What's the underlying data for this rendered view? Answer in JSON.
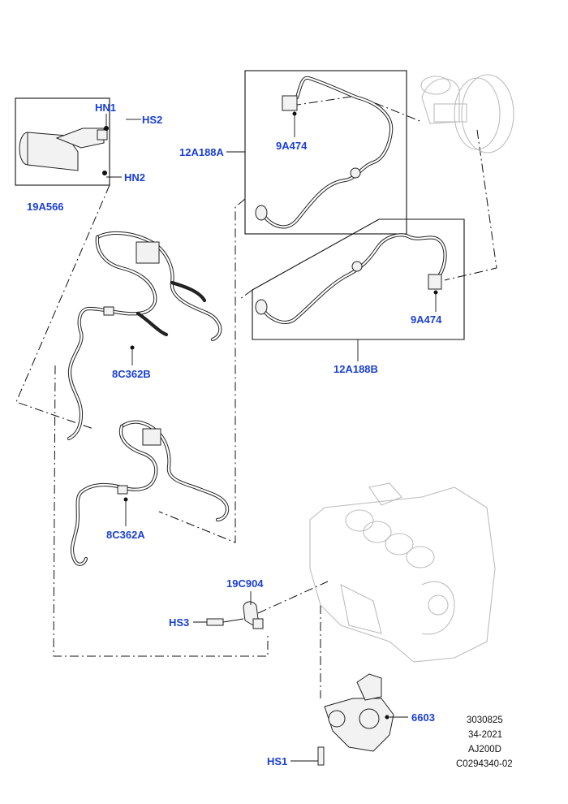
{
  "diagram": {
    "callouts": {
      "hn1": "HN1",
      "hs2": "HS2",
      "hn2": "HN2",
      "p19a566": "19A566",
      "p12a188a": "12A188A",
      "p9a474_upper": "9A474",
      "p12a188b": "12A188B",
      "p9a474_lower": "9A474",
      "p8c362b": "8C362B",
      "p8c362a": "8C362A",
      "p19c904": "19C904",
      "hs3": "HS3",
      "p6603": "6603",
      "hs1": "HS1"
    },
    "reference_block": {
      "line1": "3030825",
      "line2": "34-2021",
      "line3": "AJ200D",
      "line4": "C0294340-02"
    },
    "colors": {
      "callout": "#1a3fd6",
      "line": "#111111",
      "ghost": "#bdbdbd"
    }
  }
}
